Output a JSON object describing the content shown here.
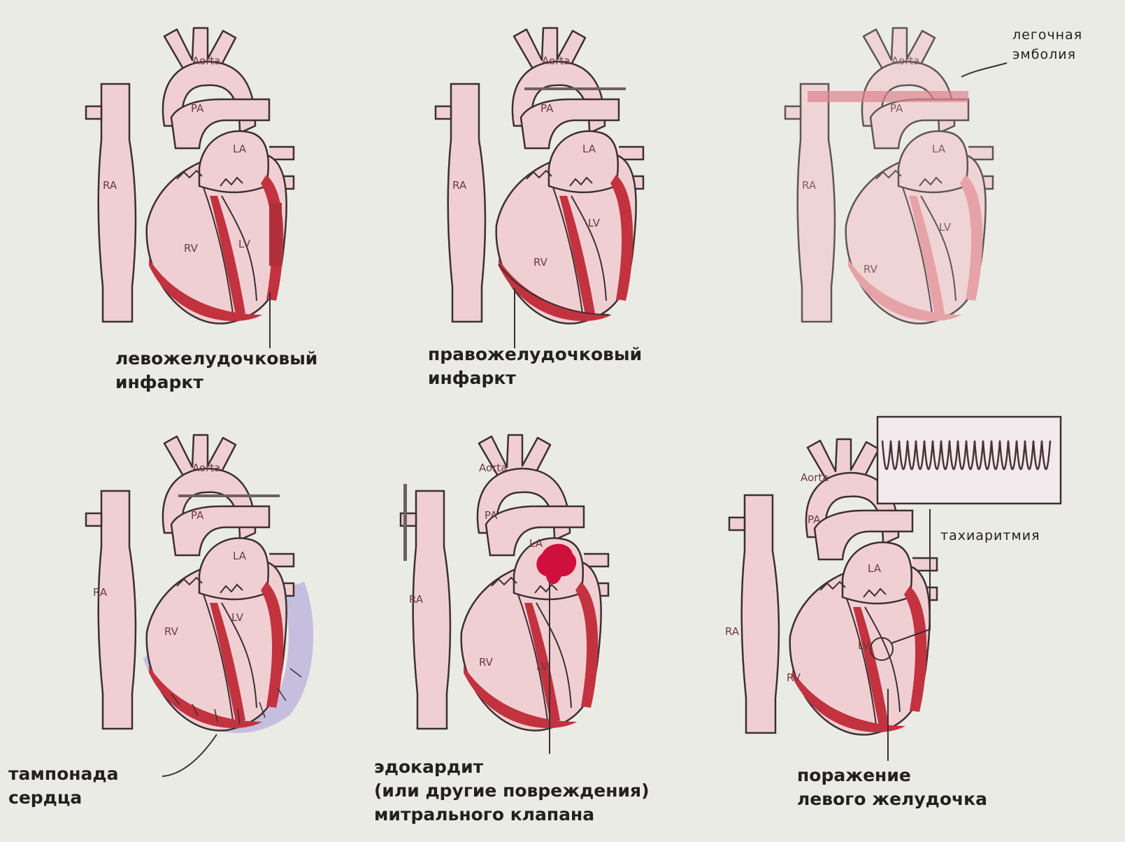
{
  "colors": {
    "tissue": "#f0cfd2",
    "outline": "#3b3032",
    "muscle": "#c3323f",
    "muscle_pale": "#e4929a",
    "fluid": "#bfb6de",
    "clot": "#d0103c",
    "background": "#ebebe5"
  },
  "panels": [
    {
      "id": "lv-infarct",
      "labels": {
        "aorta": "Aorta",
        "pa": "PA",
        "la": "LA",
        "ra": "RA",
        "rv": "RV",
        "lv": "LV"
      }
    },
    {
      "id": "rv-infarct",
      "labels": {
        "aorta": "Aorta",
        "pa": "PA",
        "la": "LA",
        "ra": "RA",
        "rv": "RV",
        "lv": "LV"
      }
    },
    {
      "id": "embolism",
      "labels": {
        "aorta": "Aorta",
        "pa": "PA",
        "la": "LA",
        "ra": "RA",
        "rv": "RV",
        "lv": "LV"
      }
    },
    {
      "id": "tamponade",
      "labels": {
        "aorta": "Aorta",
        "pa": "PA",
        "la": "LA",
        "ra": "RA",
        "rv": "RV",
        "lv": "LV"
      }
    },
    {
      "id": "endocarditis",
      "labels": {
        "aorta": "Aorta",
        "pa": "PA",
        "la": "LA",
        "ra": "RA",
        "rv": "RV",
        "lv": "LV"
      }
    },
    {
      "id": "lv-lesion",
      "labels": {
        "aorta": "Aorta",
        "pa": "PA",
        "la": "LA",
        "ra": "RA",
        "rv": "RV",
        "lv": "LV"
      }
    }
  ],
  "captions": {
    "lv_infarct": [
      "левожелудочковый",
      "инфаркт"
    ],
    "rv_infarct": [
      "правожелудочковый",
      "инфаркт"
    ],
    "embolism": [
      "легочная",
      "эмболия"
    ],
    "tamponade": [
      "тампонада",
      "сердца"
    ],
    "endocarditis": [
      "эдокардит",
      "(или другие повреждения)",
      "митрального клапана"
    ],
    "lv_lesion": [
      "поражение",
      "левого желудочка"
    ],
    "tachyarrhythmia": "тахиаритмия"
  }
}
